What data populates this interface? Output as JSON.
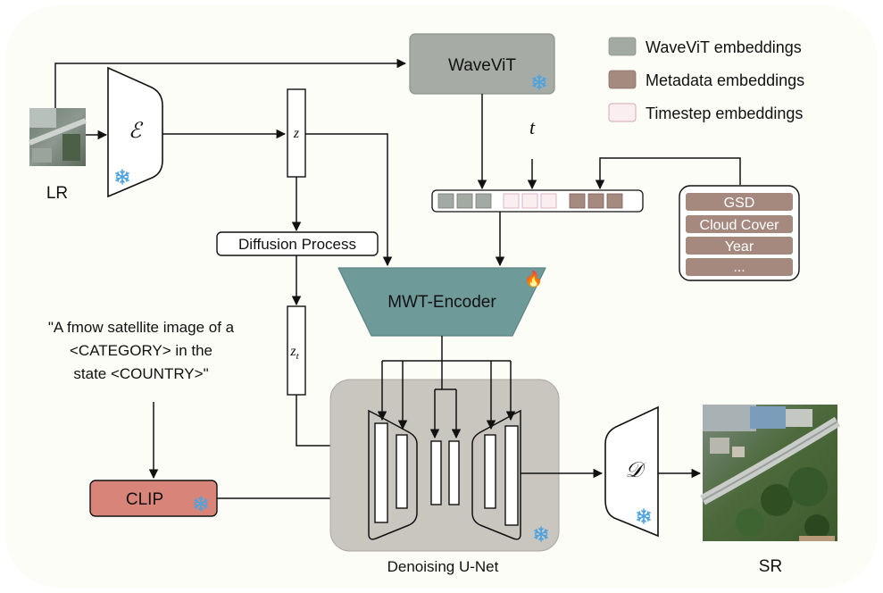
{
  "diagram": {
    "lr_label": "LR",
    "sr_label": "SR",
    "encoder_symbol": "ℰ",
    "decoder_symbol": "𝒟",
    "latent_z": "z",
    "latent_zt_base": "z",
    "latent_zt_sub": "t",
    "timestep_symbol": "t",
    "wavevit_label": "WaveViT",
    "diffusion_label": "Diffusion Process",
    "mwt_encoder_label": "MWT-Encoder",
    "clip_label": "CLIP",
    "unet_label": "Denoising U-Net",
    "prompt_lines": [
      "\"A fmow satellite image of a",
      "<CATEGORY> in the",
      "state <COUNTRY>\""
    ],
    "metadata_items": [
      "GSD",
      "Cloud Cover",
      "Year",
      "..."
    ],
    "legend": [
      {
        "label": "WaveViT embeddings",
        "color": "#a3aaa3"
      },
      {
        "label": "Metadata embeddings",
        "color": "#a58a80"
      },
      {
        "label": "Timestep embeddings",
        "color": "#fbeef1"
      }
    ],
    "icons": {
      "frozen": "snowflake-icon",
      "trainable": "fire-icon"
    },
    "colors": {
      "wavevit_fill": "#a6aca5",
      "mwt_fill": "#6e9a9a",
      "clip_fill": "#d98478",
      "unet_fill": "#c9c6bf",
      "metadata_fill": "#a5897f",
      "snowflake": "#4da3e0"
    }
  }
}
